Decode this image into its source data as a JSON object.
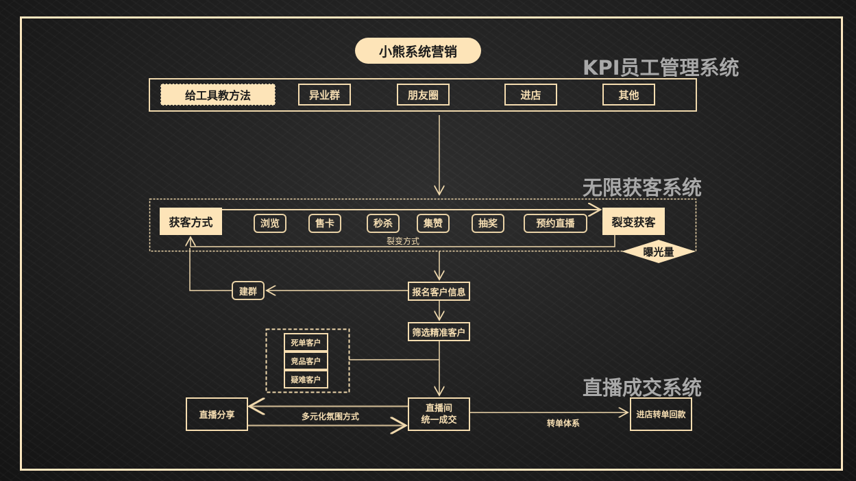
{
  "title": "小熊系统营销",
  "systems": {
    "kpi": "KPI员工管理系统",
    "acquire": "无限获客系统",
    "live": "直播成交系统"
  },
  "channels": [
    "给工具教方法",
    "异业群",
    "朋友圈",
    "进店",
    "其他"
  ],
  "acquire": {
    "method": "获客方式",
    "fission": "裂变获客",
    "tactics": [
      "浏览",
      "售卡",
      "秒杀",
      "集赞",
      "抽奖",
      "预约直播"
    ],
    "fission_label": "裂变方式",
    "exposure": "曝光量"
  },
  "flow": {
    "signup": "报名客户信息",
    "group": "建群",
    "filter": "筛选精准客户",
    "excluded": [
      "死单客户",
      "竞品客户",
      "疑难客户"
    ],
    "live_room": [
      "直播间",
      "统一成交"
    ],
    "share": "直播分享",
    "atmosphere": "多元化氛围方式",
    "transfer": "转单体系",
    "store": "进店转单回款"
  },
  "colors": {
    "accent": "#fde4b8",
    "line": "#f6ddb0"
  }
}
